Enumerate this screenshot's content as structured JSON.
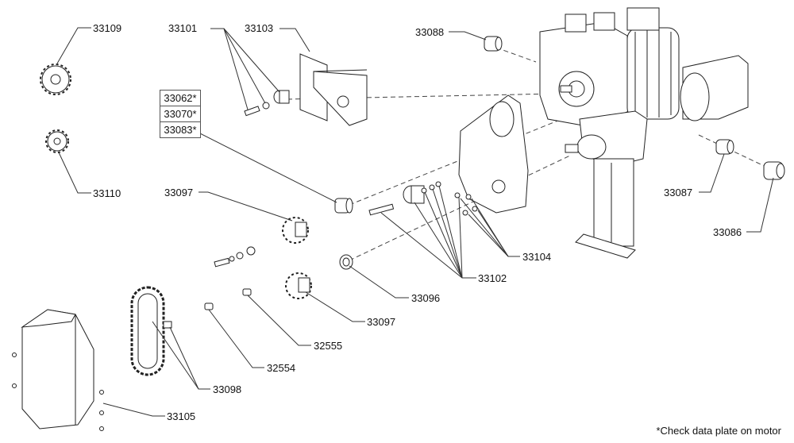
{
  "callouts": {
    "p33109": "33109",
    "p33110": "33110",
    "p33101": "33101",
    "p33103": "33103",
    "p33062": "33062*",
    "p33070": "33070*",
    "p33083": "33083*",
    "p33097a": "33097",
    "p33097b": "33097",
    "p33088": "33088",
    "p33087": "33087",
    "p33086": "33086",
    "p33104": "33104",
    "p33102": "33102",
    "p33096": "33096",
    "p32555": "32555",
    "p32554": "32554",
    "p33098": "33098",
    "p33105": "33105"
  },
  "footnote": "*Check data plate on motor"
}
